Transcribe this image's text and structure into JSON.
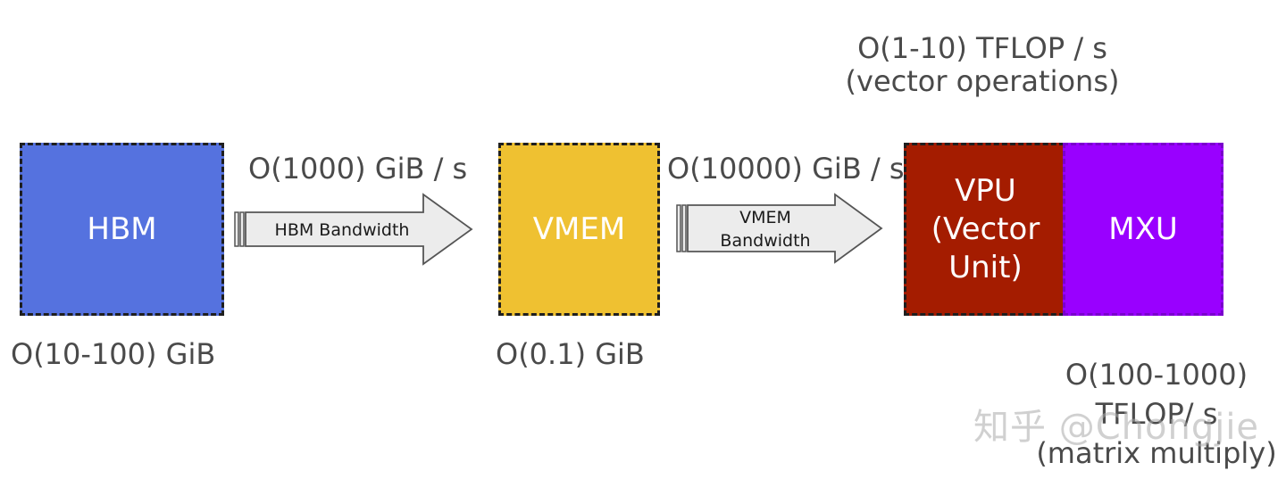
{
  "colors": {
    "hbm": "#5572df",
    "vmem": "#efc131",
    "vpu": "#a41c00",
    "mxu": "#9900ff",
    "arrow_fill": "#ececec",
    "arrow_stroke": "#555555"
  },
  "hbm": {
    "label": "HBM",
    "capacity": "O(10-100) GiB"
  },
  "hbm_to_vmem": {
    "rate": "O(1000) GiB / s",
    "arrow_label": "HBM Bandwidth"
  },
  "vmem": {
    "label": "VMEM",
    "capacity": "O(0.1) GiB"
  },
  "vmem_to_vpu": {
    "rate": "O(10000) GiB / s",
    "arrow_label_line1": "VMEM",
    "arrow_label_line2": "Bandwidth"
  },
  "vpu": {
    "label_line1": "VPU",
    "label_line2": "(Vector",
    "label_line3": "Unit)",
    "throughput_line1": "O(1-10) TFLOP / s",
    "throughput_line2": "(vector operations)"
  },
  "mxu": {
    "label": "MXU",
    "throughput_line1": "O(100-1000)",
    "throughput_line2": "TFLOP/ s",
    "throughput_line3": "(matrix multiply)"
  },
  "watermark": "知乎 @Chongjie"
}
